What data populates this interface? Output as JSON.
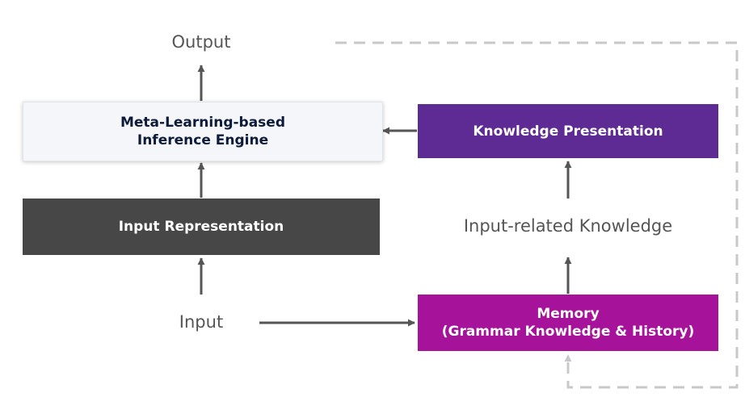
{
  "nodes": {
    "output": "Output",
    "engine": [
      "Meta-Learning-based",
      "Inference Engine"
    ],
    "input_representation": "Input Representation",
    "knowledge_presentation": "Knowledge Presentation",
    "input_related_knowledge": "Input-related Knowledge",
    "input": "Input",
    "memory": [
      "Memory",
      "(Grammar Knowledge & History)"
    ]
  },
  "colors": {
    "engine_fill": "#f4f6f9",
    "engine_text": "#0d1b3b",
    "input_representation_fill": "#474747",
    "knowledge_presentation_fill": "#5e2a93",
    "memory_fill": "#a6129a",
    "arrow": "#555555",
    "dashed_loop": "#c8c8c8"
  }
}
